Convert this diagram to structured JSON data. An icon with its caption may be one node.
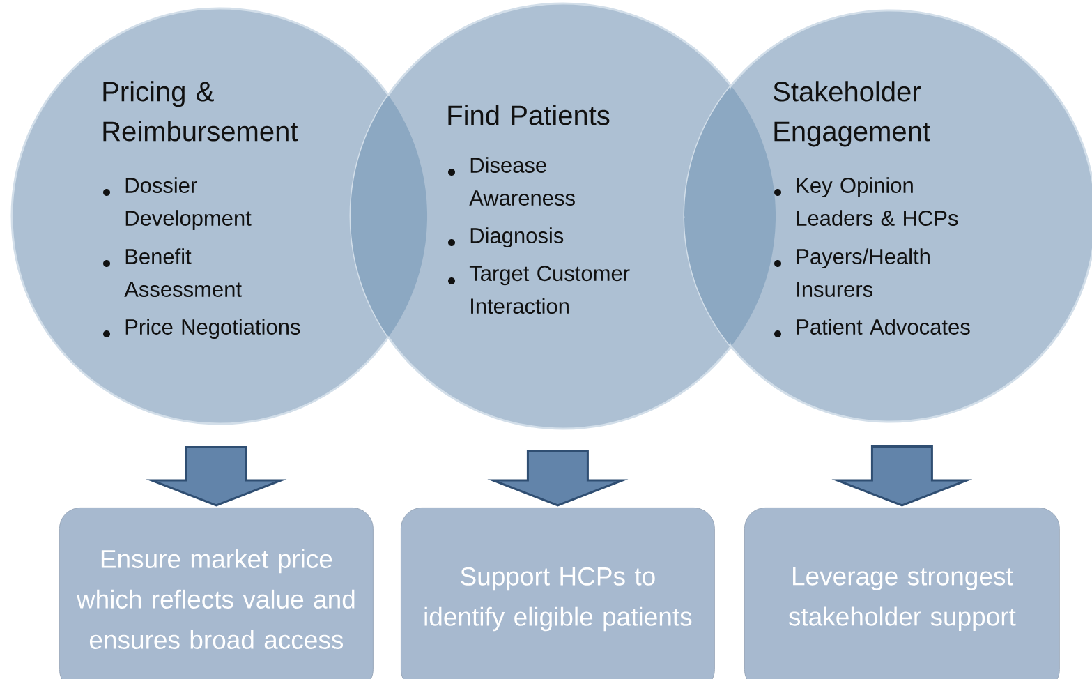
{
  "diagram": {
    "nodes": [
      {
        "text": [
          "Pricing & Reimbursement",
          "Dossier Development",
          "Benefit Assessment",
          "Price Negotiations"
        ]
      },
      {
        "text": [
          "Find Patients",
          "Disease Awareness",
          "Diagnosis",
          "Target Customer Interaction"
        ]
      },
      {
        "text": [
          "Stakeholder Engagement",
          "Key Opinion Leaders & HCPs",
          "Payers/Health Insurers",
          "Patient Advocates"
        ]
      },
      {
        "text": [
          "Ensure market price which reflects value and ensures broad access"
        ]
      },
      {
        "text": [
          "Support HCPs to identify eligible patients"
        ]
      },
      {
        "text": [
          "Leverage strongest stakeholder support"
        ]
      }
    ],
    "edges": [
      {
        "from": 0,
        "to": 3,
        "arrow": "to"
      },
      {
        "from": 1,
        "to": 4,
        "arrow": "to"
      },
      {
        "from": 2,
        "to": 5,
        "arrow": "to"
      }
    ]
  }
}
